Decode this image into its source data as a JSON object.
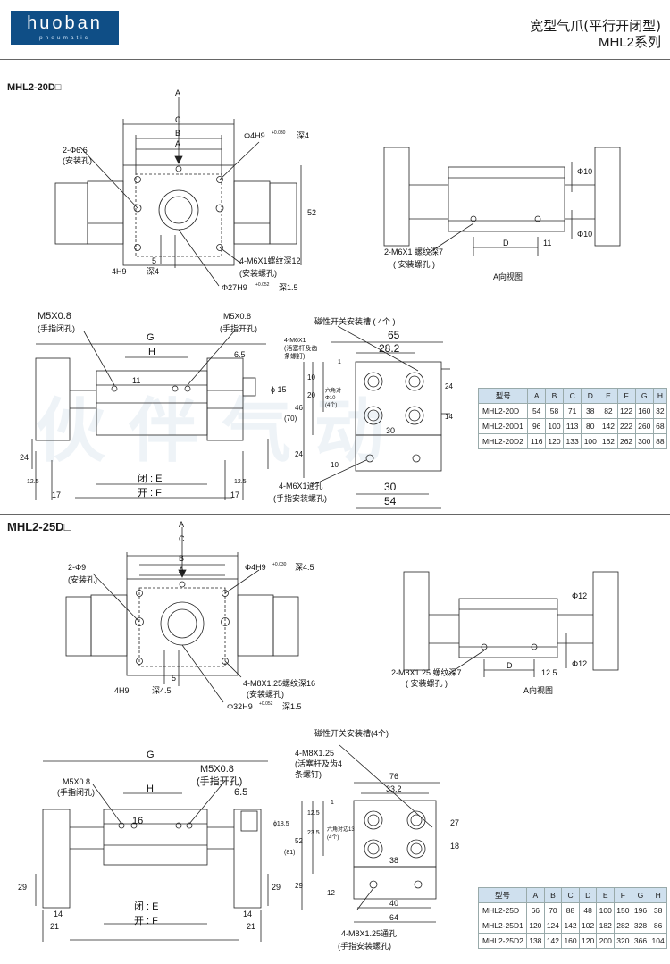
{
  "header": {
    "logo_word": "huoban",
    "logo_sub": "pneumatic",
    "title_line1": "宽型气爪(平行开闭型)",
    "title_line2": "MHL2系列"
  },
  "sections": [
    {
      "name": "MHL2-20D□",
      "labels": {
        "arrow_a": "A",
        "dim_c": "C",
        "dim_b": "B",
        "dim_a": "A",
        "mount_hole": "2-Φ6.6",
        "mount_hole_note": "(安装孔)",
        "pin_hole": "Φ4H9",
        "pin_hole_tol": "+0.030",
        "pin_hole_tol0": "0",
        "pin_hole_depth": "深4",
        "height": "52",
        "offset5": "5",
        "bottom_pin": "4H9",
        "bottom_pin_depth": "深4",
        "thread": "4-M6X1螺纹深12",
        "thread_note": "(安装螺孔)",
        "bore": "Φ27H9",
        "bore_tol": "+0.052",
        "bore_depth": "深1.5",
        "side_thread": "2-M6X1 螺纹深7",
        "side_thread_note": "( 安装螺孔 )",
        "side_d": "D",
        "side_11": "11",
        "side_phi10a": "Φ10",
        "side_phi10b": "Φ10",
        "view_title": "A向视图",
        "port_close": "M5X0.8",
        "port_close_note": "(手指闭孔)",
        "port_open": "M5X0.8",
        "port_open_note": "(手指开孔)",
        "dim_g": "G",
        "dim_h": "H",
        "d11": "11",
        "d65": "6.5",
        "d24": "24",
        "d125": "12.5",
        "d17a": "17",
        "d17b": "17",
        "d125b": "12.5",
        "close_e": "闭 : E",
        "open_f": "开 : F",
        "piston_screw": "4-M6X1",
        "piston_screw_note1": "(活塞杆及齿",
        "piston_screw_note2": "条螺钉)",
        "switch_slot": "磁性开关安装槽 ( 4个 )",
        "d65w": "65",
        "d282": "28.2",
        "d1": "1",
        "d10": "10",
        "d20": "20",
        "d46": "46",
        "d70": "(70)",
        "d15": "ϕ 15",
        "hex": "六角对",
        "hex2": "Φ10",
        "hex3": "(4个)",
        "d24r": "24",
        "d14": "14",
        "d30a": "30",
        "d24b": "24",
        "d10b": "10",
        "finger_thread": "4-M6X1通孔",
        "finger_thread_note": "(手指安装螺孔)",
        "d30b": "30",
        "d54": "54"
      },
      "table": {
        "headers": [
          "型号",
          "A",
          "B",
          "C",
          "D",
          "E",
          "F",
          "G",
          "H"
        ],
        "rows": [
          [
            "MHL2-20D",
            "54",
            "58",
            "71",
            "38",
            "82",
            "122",
            "160",
            "32"
          ],
          [
            "MHL2-20D1",
            "96",
            "100",
            "113",
            "80",
            "142",
            "222",
            "260",
            "68"
          ],
          [
            "MHL2-20D2",
            "116",
            "120",
            "133",
            "100",
            "162",
            "262",
            "300",
            "88"
          ]
        ]
      }
    },
    {
      "name": "MHL2-25D□",
      "labels": {
        "arrow_a": "A",
        "dim_c": "C",
        "dim_b": "B",
        "dim_a": "A",
        "mount_hole": "2-Φ9",
        "mount_hole_note": "(安装孔)",
        "pin_hole": "Φ4H9",
        "pin_hole_tol": "+0.030",
        "pin_hole_depth": "深4.5",
        "offset5": "5",
        "bottom_pin": "4H9",
        "bottom_pin_depth": "深4.5",
        "thread": "4-M8X1.25螺纹深16",
        "thread_note": "(安装螺孔)",
        "bore": "Φ32H9",
        "bore_tol": "+0.052",
        "bore_depth": "深1.5",
        "side_thread": "2-M8X1.25 螺纹深7",
        "side_thread_note": "( 安装螺孔 )",
        "side_d": "D",
        "side_125": "12.5",
        "side_phi12a": "Φ12",
        "side_phi12b": "Φ12",
        "view_title": "A向视图",
        "port_close": "M5X0.8",
        "port_close_note": "(手指闭孔)",
        "port_open": "M5X0.8",
        "port_open_note": "(手指开孔)",
        "dim_g": "G",
        "dim_h": "H",
        "d16": "16",
        "d65": "6.5",
        "d29": "29",
        "d14a": "14",
        "d21a": "21",
        "d14b": "14",
        "d21b": "21",
        "d29b": "29",
        "close_e": "闭 : E",
        "open_f": "开 : F",
        "piston_screw": "4-M8X1.25",
        "piston_screw_note1": "(活塞杆及齿4",
        "piston_screw_note2": "条螺钉)",
        "switch_slot": "磁性开关安装槽(4个)",
        "d76": "76",
        "d332": "33.2",
        "d1": "1",
        "d125": "12.5",
        "d235": "23.5",
        "d52": "52",
        "d81": "(81)",
        "d185": "ϕ18.5",
        "hex": "六角对边13",
        "hex3": "(4个)",
        "d27": "27",
        "d18": "18",
        "d38": "38",
        "d29c": "29",
        "d12": "12",
        "d40": "40",
        "d64": "64",
        "finger_thread": "4-M8X1.25通孔",
        "finger_thread_note": "(手指安装螺孔)"
      },
      "table": {
        "headers": [
          "型号",
          "A",
          "B",
          "C",
          "D",
          "E",
          "F",
          "G",
          "H"
        ],
        "rows": [
          [
            "MHL2-25D",
            "66",
            "70",
            "88",
            "48",
            "100",
            "150",
            "196",
            "38"
          ],
          [
            "MHL2-25D1",
            "120",
            "124",
            "142",
            "102",
            "182",
            "282",
            "328",
            "86"
          ],
          [
            "MHL2-25D2",
            "138",
            "142",
            "160",
            "120",
            "200",
            "320",
            "366",
            "104"
          ]
        ]
      }
    }
  ],
  "colors": {
    "brand": "#0f4e86",
    "table_header": "#cfe0ee"
  }
}
